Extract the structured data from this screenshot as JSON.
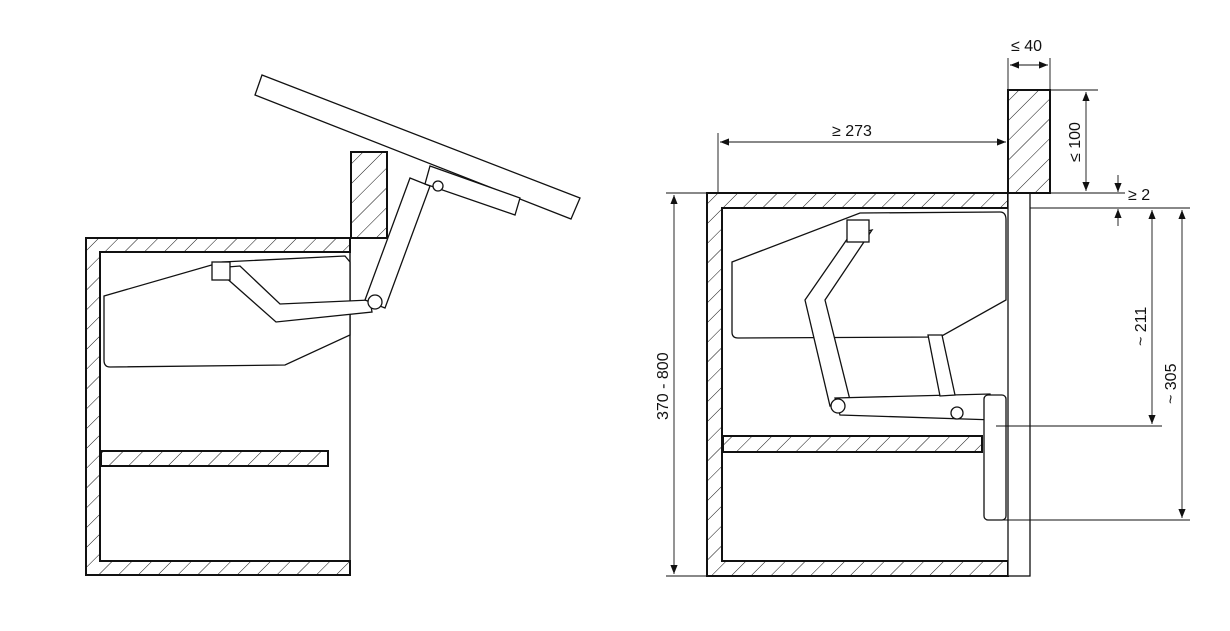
{
  "diagram": {
    "title": "Lift-up flap fitting installation dimensions",
    "dimensions": {
      "thickness_max": "≤ 40",
      "depth_min": "≥ 273",
      "height_max": "≤ 100",
      "gap_min": "≥ 2",
      "approx_211": "~ 211",
      "approx_305": "~ 305",
      "cabinet_height": "370 - 800"
    }
  }
}
